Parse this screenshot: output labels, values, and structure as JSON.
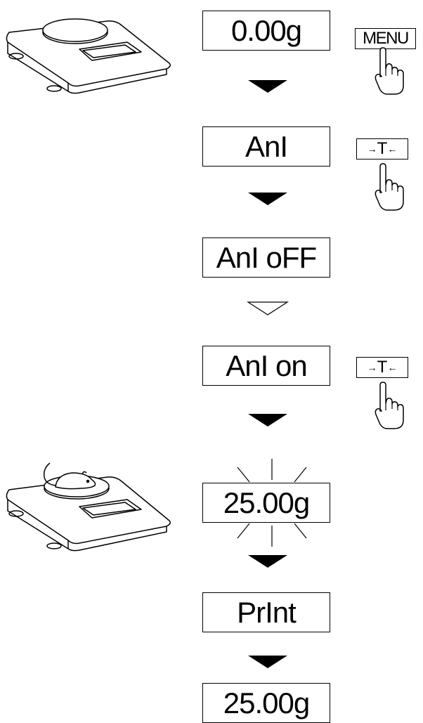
{
  "steps": [
    {
      "display": "0.00g",
      "state": "normal"
    },
    {
      "display": "AnI",
      "state": "normal"
    },
    {
      "display": "AnI oFF",
      "state": "normal"
    },
    {
      "display": "AnI on",
      "state": "normal"
    },
    {
      "display": "25.00g",
      "state": "blinking"
    },
    {
      "display": "PrInt",
      "state": "normal"
    },
    {
      "display": "25.00g",
      "state": "normal"
    }
  ],
  "keys": {
    "menu_label": "MENU",
    "tare_left_arrow": "→",
    "tare_letter": "T",
    "tare_right_arrow": "←"
  },
  "arrows": [
    "filled",
    "filled",
    "outline",
    "filled",
    "filled",
    "filled"
  ],
  "icons": [
    "balance-empty-icon",
    "balance-with-mouse-icon",
    "pointing-hand-icon",
    "tare-key-icon",
    "menu-key-icon"
  ]
}
